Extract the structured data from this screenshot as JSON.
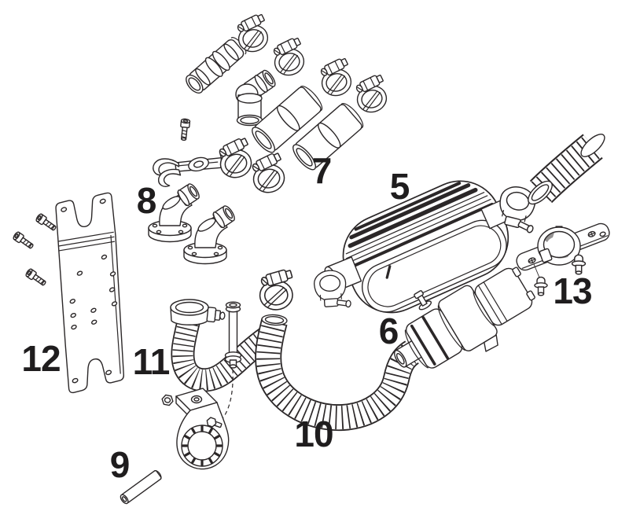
{
  "diagram": {
    "type": "exploded-parts-diagram",
    "background_color": "#ffffff",
    "line_color": "#2b2728",
    "label_color": "#1f1d1e",
    "parts": [
      {
        "number": "5",
        "icon": "heater-unit-drawing"
      },
      {
        "number": "6",
        "icon": "blower-unit-drawing"
      },
      {
        "number": "7",
        "icon": "connector-sleeves-drawing"
      },
      {
        "number": "8",
        "icon": "flanged-elbow-fittings-drawing"
      },
      {
        "number": "9",
        "icon": "pin-drawing"
      },
      {
        "number": "10",
        "icon": "long-corrugated-hose-drawing"
      },
      {
        "number": "11",
        "icon": "corrugated-hose-with-clamp-drawing"
      },
      {
        "number": "12",
        "icon": "mounting-plate-drawing"
      },
      {
        "number": "13",
        "icon": "pipe-mount-bracket-drawing"
      }
    ]
  }
}
